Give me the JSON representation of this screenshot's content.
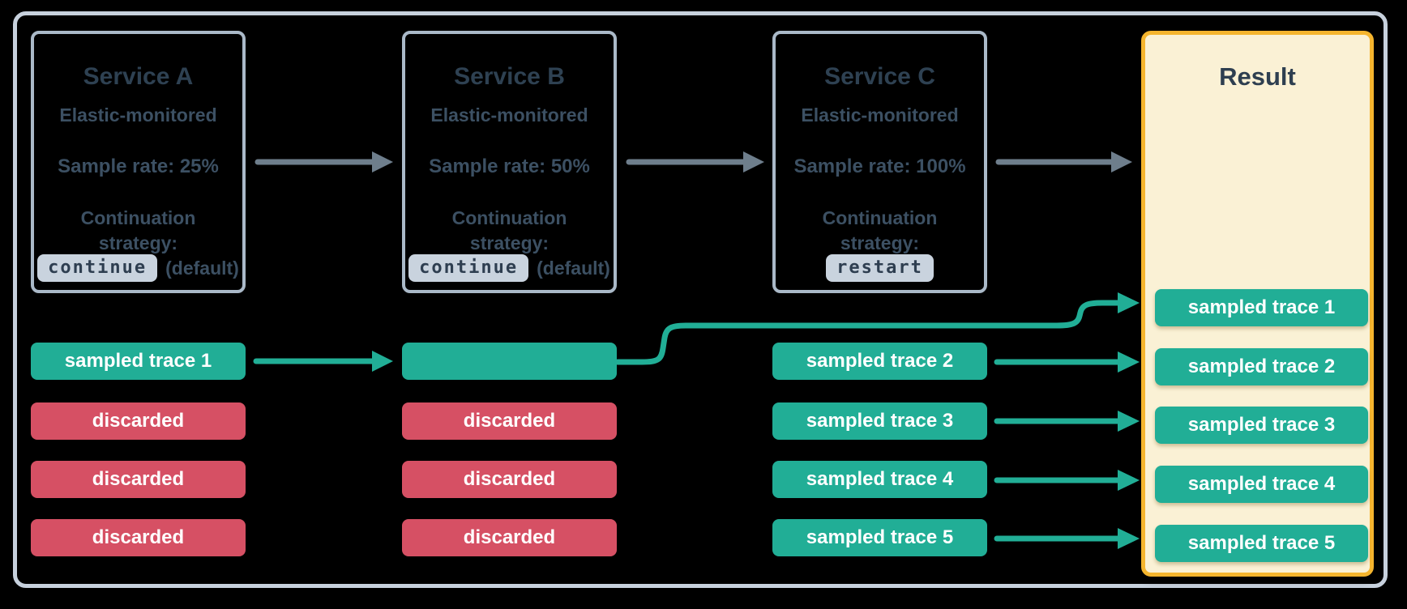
{
  "colors": {
    "background": "#000000",
    "frame_border": "#C7D1DD",
    "service_box_border": "#AAB9C8",
    "title_text": "#2E4152",
    "body_text": "#3C5063",
    "strategy_badge_bg": "#C9D3DE",
    "strategy_badge_text": "#2E3E50",
    "sampled_teal": "#21AE96",
    "discarded_red": "#D65064",
    "pill_text": "#FFFFFF",
    "result_bg": "#FAF1D5",
    "result_border": "#F5B52E",
    "flow_arrow_gray": "#6E7E8C"
  },
  "services": [
    {
      "title": "Service A",
      "monitor": "Elastic-monitored",
      "sample_rate": "Sample rate: 25%",
      "continuation_line1": "Continuation",
      "continuation_line2": "strategy:",
      "strategy_value": "continue",
      "strategy_note": "(default)"
    },
    {
      "title": "Service B",
      "monitor": "Elastic-monitored",
      "sample_rate": "Sample rate: 50%",
      "continuation_line1": "Continuation",
      "continuation_line2": "strategy:",
      "strategy_value": "continue",
      "strategy_note": "(default)"
    },
    {
      "title": "Service C",
      "monitor": "Elastic-monitored",
      "sample_rate": "Sample rate: 100%",
      "continuation_line1": "Continuation",
      "continuation_line2": "strategy:",
      "strategy_value": "restart",
      "strategy_note": ""
    }
  ],
  "traces": {
    "service_a": [
      {
        "label": "sampled trace 1",
        "status": "sampled"
      },
      {
        "label": "discarded",
        "status": "discarded"
      },
      {
        "label": "discarded",
        "status": "discarded"
      },
      {
        "label": "discarded",
        "status": "discarded"
      }
    ],
    "service_b": [
      {
        "label": "",
        "status": "sampled"
      },
      {
        "label": "discarded",
        "status": "discarded"
      },
      {
        "label": "discarded",
        "status": "discarded"
      },
      {
        "label": "discarded",
        "status": "discarded"
      }
    ],
    "service_c": [
      {
        "label": "sampled trace 2",
        "status": "sampled"
      },
      {
        "label": "sampled trace 3",
        "status": "sampled"
      },
      {
        "label": "sampled trace 4",
        "status": "sampled"
      },
      {
        "label": "sampled trace 5",
        "status": "sampled"
      }
    ]
  },
  "result": {
    "title": "Result",
    "traces": [
      {
        "label": "sampled trace 1",
        "status": "sampled"
      },
      {
        "label": "sampled trace 2",
        "status": "sampled"
      },
      {
        "label": "sampled trace 3",
        "status": "sampled"
      },
      {
        "label": "sampled trace 4",
        "status": "sampled"
      },
      {
        "label": "sampled trace 5",
        "status": "sampled"
      }
    ]
  }
}
